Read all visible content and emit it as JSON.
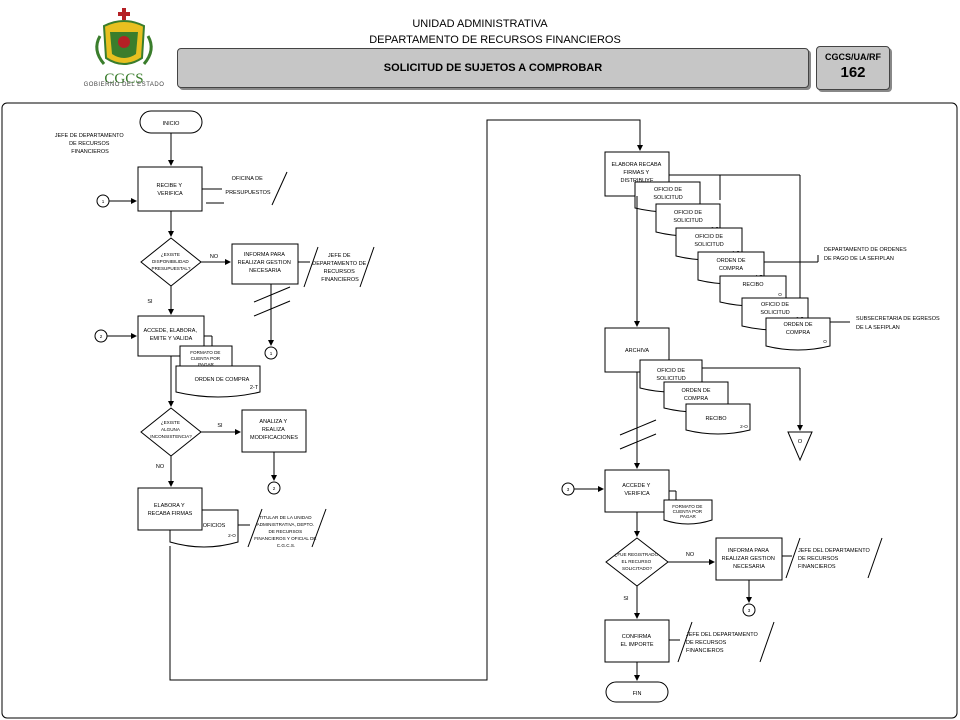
{
  "header": {
    "org_title": "UNIDAD ADMINISTRATIVA",
    "dept_title": "DEPARTAMENTO DE RECURSOS FINANCIEROS",
    "doc_title": "SOLICITUD DE SUJETOS A COMPROBAR",
    "doc_code": "CGCS/UA/RF",
    "doc_number": "162",
    "logo_text": "CGCS",
    "logo_subtext": "GOBIERNO DEL ESTADO"
  },
  "flow": {
    "inicio": "INICIO",
    "fin": "FIN",
    "actor_jefe": [
      "JEFE DE DEPARTAMENTO",
      "DE RECURSOS",
      "FINANCIEROS"
    ],
    "recibe": [
      "RECIBE Y",
      "VERIFICA"
    ],
    "oficina_presup": [
      "OFICINA DE",
      "PRESUPUESTOS"
    ],
    "decision_disponibilidad": [
      "¿EXISTE",
      "DISPONIBILIDAD",
      "PRESUPUESTAL?"
    ],
    "no": "NO",
    "si": "SI",
    "informa_1": [
      "INFORMA PARA",
      "REALIZAR GESTION",
      "NECESARIA"
    ],
    "jefe_depto_1": [
      "JEFE DE",
      "DEPARTAMENTO DE",
      "RECURSOS",
      "FINANCIEROS"
    ],
    "accede_1": [
      "ACCEDE, ELABORA,",
      "EMITE Y VALIDA"
    ],
    "formato_cuenta": [
      "FORMATO DE",
      "CUENTA POR",
      "PAGAR"
    ],
    "orden_compra": "ORDEN DE COMPRA",
    "copy_2t": "2-T",
    "copy_2o": "2-O",
    "copy_1o": "1-O",
    "copy_1t": "1-T",
    "copy_o": "O",
    "decision_inconsistencia": [
      "¿EXISTE",
      "ALGUNA",
      "INCONSISTENCIA?"
    ],
    "analiza": [
      "ANALIZA Y",
      "REALIZA",
      "MODIFICACIONES"
    ],
    "elabora_firmas": [
      "ELABORA Y",
      "RECABA FIRMAS"
    ],
    "oficios": "OFICIOS",
    "titular": [
      "TITULAR DE LA UNIDAD",
      "ADMINISTRATIVA, DEPTO.",
      "DE RECURSOS",
      "FINANCIEROS Y OFICIAL DE",
      "C.G.C.S."
    ],
    "elabora_recaba": [
      "ELABORA RECABA",
      "FIRMAS Y",
      "DISTRIBUYE"
    ],
    "oficio_solicitud": [
      "OFICIO DE",
      "SOLICITUD"
    ],
    "orden_compra_2l": [
      "ORDEN DE",
      "COMPRA"
    ],
    "recibo": "RECIBO",
    "depto_ordenes": [
      "DEPARTAMENTO DE ORDENES",
      "DE PAGO DE LA SEFIPLAN"
    ],
    "subsecretaria": [
      "SUBSECRETARIA DE EGRESOS",
      "DE LA SEFIPLAN"
    ],
    "archiva": "ARCHIVA",
    "accede_2": [
      "ACCEDE Y",
      "VERIFICA"
    ],
    "decision_registrado": [
      "¿FUE REGISTRADO",
      "EL RECURSO",
      "SOLICITADO?"
    ],
    "informa_2": [
      "INFORMA PARA",
      "REALIZAR GESTION",
      "NECESARIA"
    ],
    "jefe_depto_2": [
      "JEFE DEL DEPARTAMENTO",
      "DE RECURSOS",
      "FINANCIEROS"
    ],
    "confirma": [
      "CONFIRMA",
      "EL IMPORTE"
    ],
    "jefe_depto_3": [
      "JEFE DEL DEPARTAMENTO",
      "DE RECURSOS",
      "FINANCIEROS"
    ],
    "conn_1": "1",
    "conn_2": "2",
    "conn_3": "3"
  },
  "colors": {
    "header_bar": "#c6c6c6",
    "stroke": "#000000",
    "logo_green": "#3a7d2c",
    "logo_red": "#b52025",
    "logo_yellow": "#e8c020"
  }
}
